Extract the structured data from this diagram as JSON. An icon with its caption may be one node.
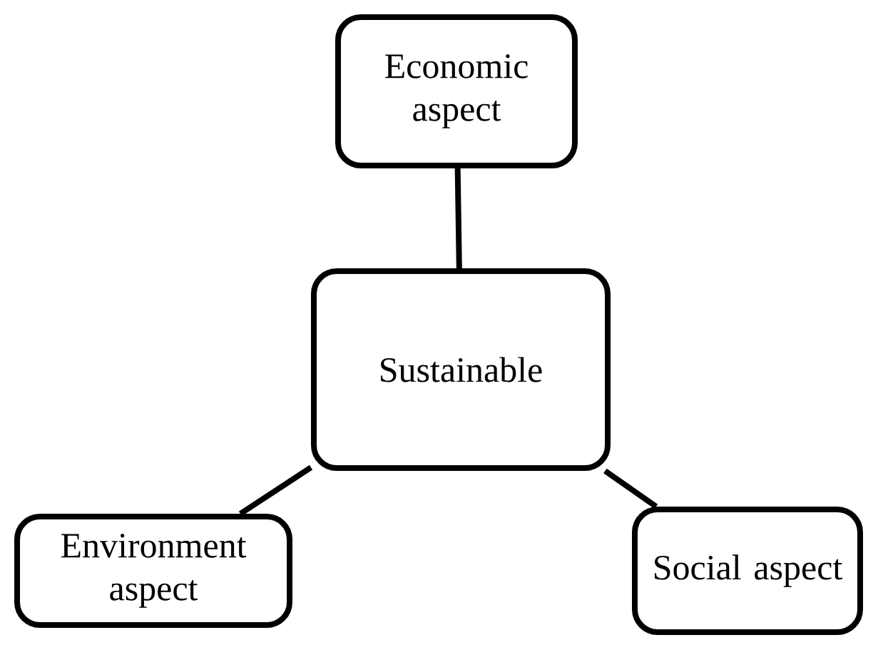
{
  "diagram": {
    "nodes": [
      {
        "text": [
          "Economic aspect"
        ]
      },
      {
        "text": [
          "Sustainable"
        ]
      },
      {
        "text": [
          "Environment aspect"
        ]
      },
      {
        "text": [
          "Social aspect"
        ]
      }
    ],
    "edges": [
      {
        "from": 0,
        "to": 1,
        "arrow": "none"
      },
      {
        "from": 1,
        "to": 2,
        "arrow": "none"
      },
      {
        "from": 1,
        "to": 3,
        "arrow": "none"
      }
    ]
  }
}
